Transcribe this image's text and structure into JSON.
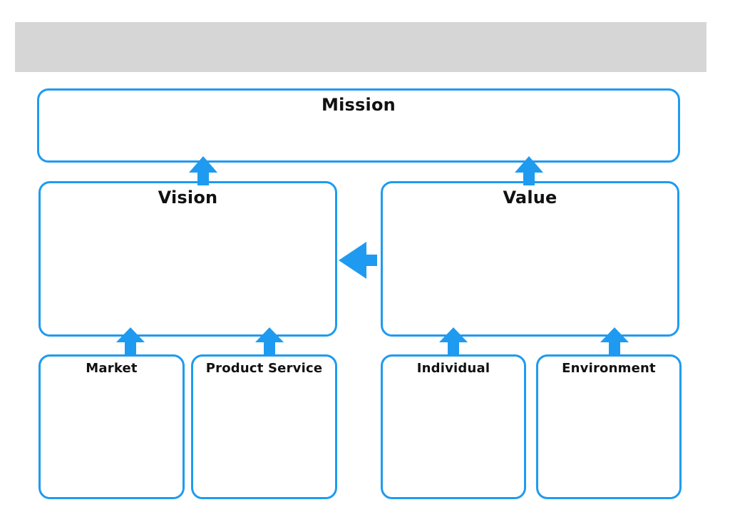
{
  "diagram": {
    "accent_color": "#1e9bf0",
    "header_bar_color": "#d6d6d6",
    "mission": {
      "label": "Mission"
    },
    "vision": {
      "label": "Vision"
    },
    "value": {
      "label": "Value"
    },
    "market": {
      "label": "Market"
    },
    "product_service": {
      "label": "Product Service"
    },
    "individual": {
      "label": "Individual"
    },
    "environment": {
      "label": "Environment"
    }
  }
}
